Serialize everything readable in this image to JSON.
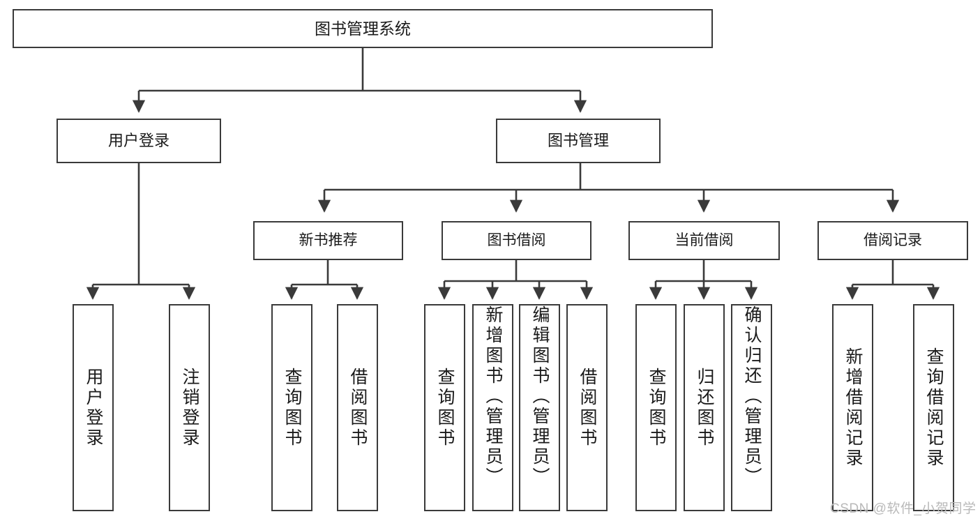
{
  "diagram": {
    "title": "图书管理系统",
    "type": "hierarchy-tree",
    "watermark": "CSDN @软件_小贺同学",
    "colors": {
      "stroke": "#3a3a3a",
      "fill": "#ffffff",
      "text": "#1a1a1a",
      "watermark": "#b9b9b9"
    },
    "nodes": {
      "root": {
        "label": "图书管理系统",
        "level": 1
      },
      "user_login": {
        "label": "用户登录",
        "level": 2
      },
      "book_manage": {
        "label": "图书管理",
        "level": 2
      },
      "new_book_rec": {
        "label": "新书推荐",
        "level": 3
      },
      "book_borrow": {
        "label": "图书借阅",
        "level": 3
      },
      "current_borrow": {
        "label": "当前借阅",
        "level": 3
      },
      "borrow_record": {
        "label": "借阅记录",
        "level": 3
      },
      "leaf_user_login": {
        "label": "用户登录",
        "level": 4
      },
      "leaf_logout": {
        "label": "注销登录",
        "level": 4
      },
      "leaf_query_book_1": {
        "label": "查询图书",
        "level": 4
      },
      "leaf_borrow_book_1": {
        "label": "借阅图书",
        "level": 4
      },
      "leaf_query_book_2": {
        "label": "查询图书",
        "level": 4
      },
      "leaf_add_book": {
        "label": "新增图书（管理员）",
        "level": 4
      },
      "leaf_edit_book": {
        "label": "编辑图书（管理员）",
        "level": 4
      },
      "leaf_borrow_book_2": {
        "label": "借阅图书",
        "level": 4
      },
      "leaf_query_book_3": {
        "label": "查询图书",
        "level": 4
      },
      "leaf_return_book": {
        "label": "归还图书",
        "level": 4
      },
      "leaf_confirm_return": {
        "label": "确认归还（管理员）",
        "level": 4
      },
      "leaf_add_record": {
        "label": "新增借阅记录",
        "level": 4
      },
      "leaf_query_record": {
        "label": "查询借阅记录",
        "level": 4
      }
    },
    "edges": [
      {
        "from": "root",
        "to": "user_login"
      },
      {
        "from": "root",
        "to": "book_manage"
      },
      {
        "from": "user_login",
        "to": "leaf_user_login"
      },
      {
        "from": "user_login",
        "to": "leaf_logout"
      },
      {
        "from": "book_manage",
        "to": "new_book_rec"
      },
      {
        "from": "book_manage",
        "to": "book_borrow"
      },
      {
        "from": "book_manage",
        "to": "current_borrow"
      },
      {
        "from": "book_manage",
        "to": "borrow_record"
      },
      {
        "from": "new_book_rec",
        "to": "leaf_query_book_1"
      },
      {
        "from": "new_book_rec",
        "to": "leaf_borrow_book_1"
      },
      {
        "from": "book_borrow",
        "to": "leaf_query_book_2"
      },
      {
        "from": "book_borrow",
        "to": "leaf_add_book"
      },
      {
        "from": "book_borrow",
        "to": "leaf_edit_book"
      },
      {
        "from": "book_borrow",
        "to": "leaf_borrow_book_2"
      },
      {
        "from": "current_borrow",
        "to": "leaf_query_book_3"
      },
      {
        "from": "current_borrow",
        "to": "leaf_return_book"
      },
      {
        "from": "current_borrow",
        "to": "leaf_confirm_return"
      },
      {
        "from": "borrow_record",
        "to": "leaf_add_record"
      },
      {
        "from": "borrow_record",
        "to": "leaf_query_record"
      }
    ]
  }
}
